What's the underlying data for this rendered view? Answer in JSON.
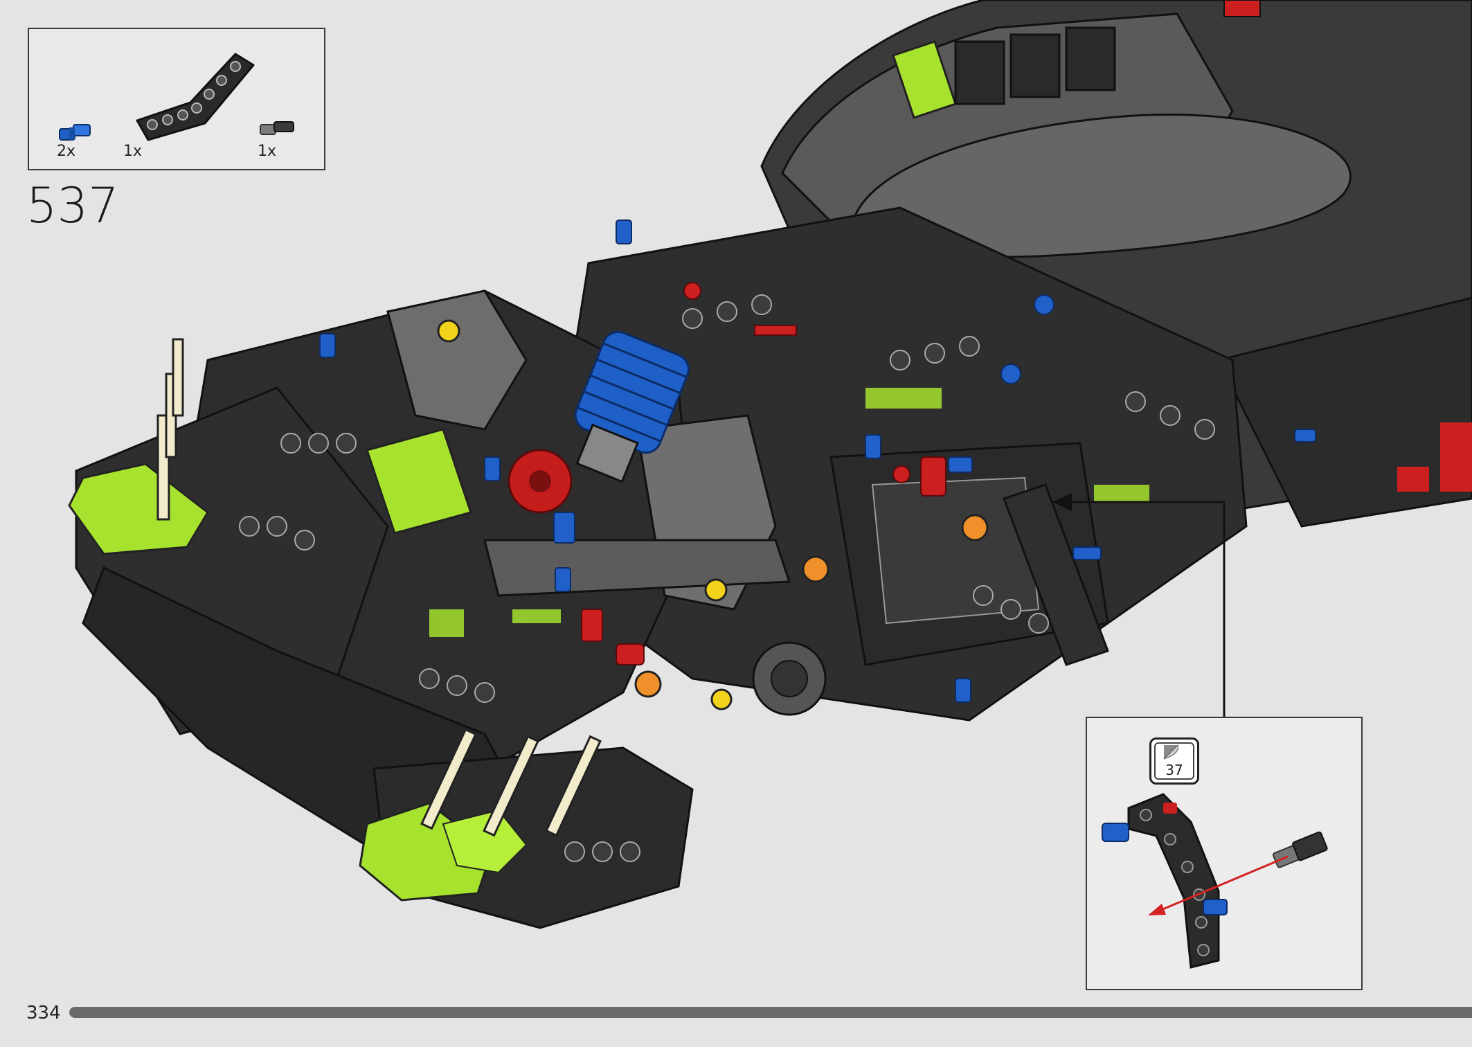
{
  "parts_list": [
    {
      "quantity": "2x",
      "icon": "blue-axle-pin-icon"
    },
    {
      "quantity": "1x",
      "icon": "black-bent-beam-icon"
    },
    {
      "quantity": "1x",
      "icon": "grey-axle-connector-icon"
    }
  ],
  "step": {
    "number": "537"
  },
  "callout": {
    "sticker_number": "37",
    "sticker_icon": "sticker-sheet-icon",
    "arrow_color": "#d32222"
  },
  "model": {
    "lime_accent": "#a6e22e",
    "body_dark": "#2b2b2b",
    "body_grey": "#6b6b6b",
    "pin_blue": "#2060c8",
    "red": "#cc1f1f"
  },
  "footer": {
    "page_number": "334",
    "progress_fraction": 1.0
  }
}
